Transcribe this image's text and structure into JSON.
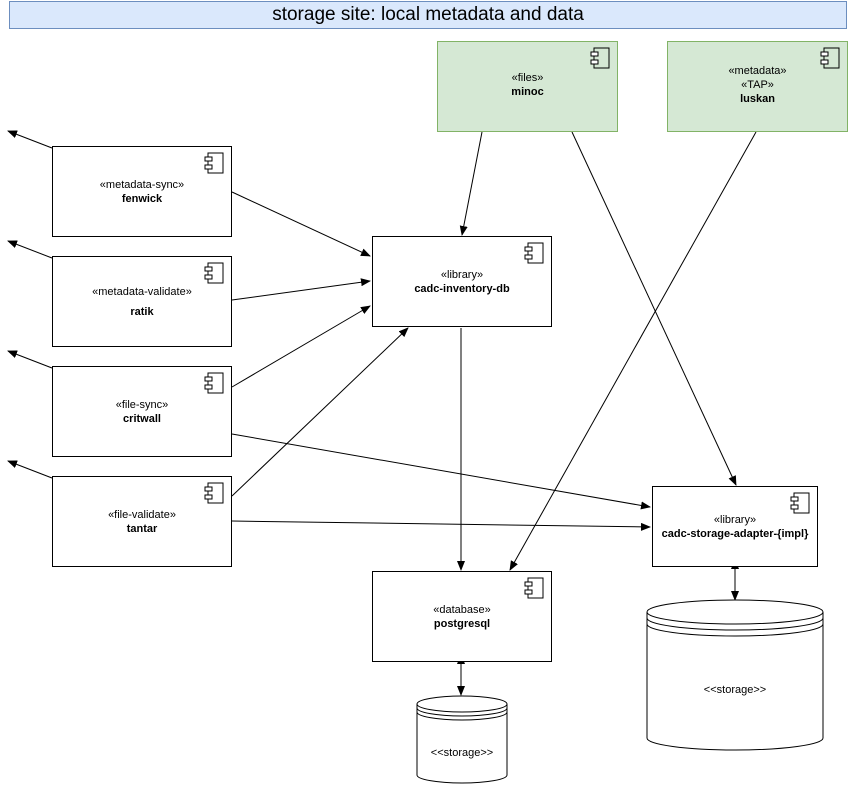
{
  "title": "storage site: local metadata and data",
  "components": {
    "minoc": {
      "stereotype": "«files»",
      "name": "minoc"
    },
    "luskan": {
      "stereotype": "«metadata»",
      "stereotype2": "«TAP»",
      "name": "luskan"
    },
    "fenwick": {
      "stereotype": "«metadata-sync»",
      "name": "fenwick"
    },
    "ratik": {
      "stereotype": "«metadata-validate»",
      "name": "ratik"
    },
    "critwall": {
      "stereotype": "«file-sync»",
      "name": "critwall"
    },
    "tantar": {
      "stereotype": "«file-validate»",
      "name": "tantar"
    },
    "inventory": {
      "stereotype": "«library»",
      "name": "cadc-inventory-db"
    },
    "adapter": {
      "stereotype": "«library»",
      "name": "cadc-storage-adapter-{impl}"
    },
    "postgres": {
      "stereotype": "«database»",
      "name": "postgresql"
    }
  },
  "storage": {
    "small": "<<storage>>",
    "large": "<<storage>>"
  },
  "colors": {
    "title_bg": "#dae8fc",
    "green_bg": "#d5e8d4",
    "green_border": "#82b366"
  }
}
